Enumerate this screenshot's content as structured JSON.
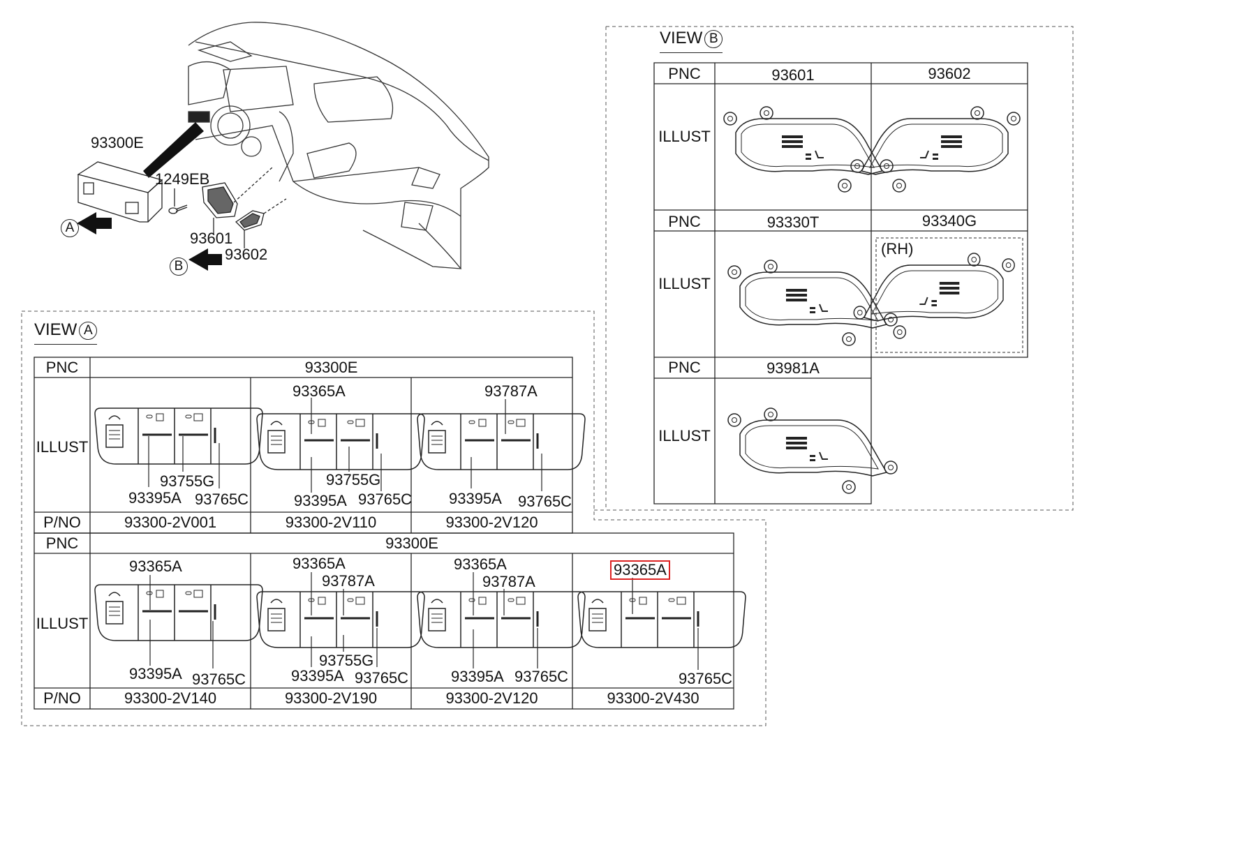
{
  "view_a": {
    "title": "VIEW",
    "marker": "A",
    "row_labels": {
      "pnc": "PNC",
      "illust": "ILLUST",
      "pno": "P/NO"
    },
    "table1": {
      "pnc": "93300E",
      "cells": [
        {
          "pno": "93300-2V001",
          "labels": [
            "93395A",
            "93755G",
            "93765C"
          ]
        },
        {
          "pno": "93300-2V110",
          "labels": [
            "93365A",
            "93395A",
            "93755G",
            "93765C"
          ]
        },
        {
          "pno": "93300-2V120",
          "labels": [
            "93787A",
            "93395A",
            "93765C"
          ]
        }
      ]
    },
    "table2": {
      "pnc": "93300E",
      "cells": [
        {
          "pno": "93300-2V140",
          "labels": [
            "93365A",
            "93395A",
            "93765C"
          ]
        },
        {
          "pno": "93300-2V190",
          "labels": [
            "93365A",
            "93787A",
            "93755G",
            "93395A",
            "93765C"
          ]
        },
        {
          "pno": "93300-2V120",
          "labels": [
            "93365A",
            "93787A",
            "93395A",
            "93765C"
          ]
        },
        {
          "pno": "93300-2V430",
          "labels": [
            "93365A",
            "93765C"
          ],
          "highlighted": "93365A"
        }
      ]
    }
  },
  "view_b": {
    "title": "VIEW",
    "marker": "B",
    "row_labels": {
      "pnc": "PNC",
      "illust": "ILLUST"
    },
    "rows": [
      {
        "pnc": [
          "93601",
          "93602"
        ]
      },
      {
        "pnc": [
          "93330T",
          "93340G"
        ],
        "rh_note": "(RH)"
      },
      {
        "pnc": [
          "93981A"
        ]
      }
    ]
  },
  "overview": {
    "labels": [
      "93300E",
      "1249EB",
      "93601",
      "93602"
    ],
    "markers": [
      "A",
      "B"
    ]
  }
}
